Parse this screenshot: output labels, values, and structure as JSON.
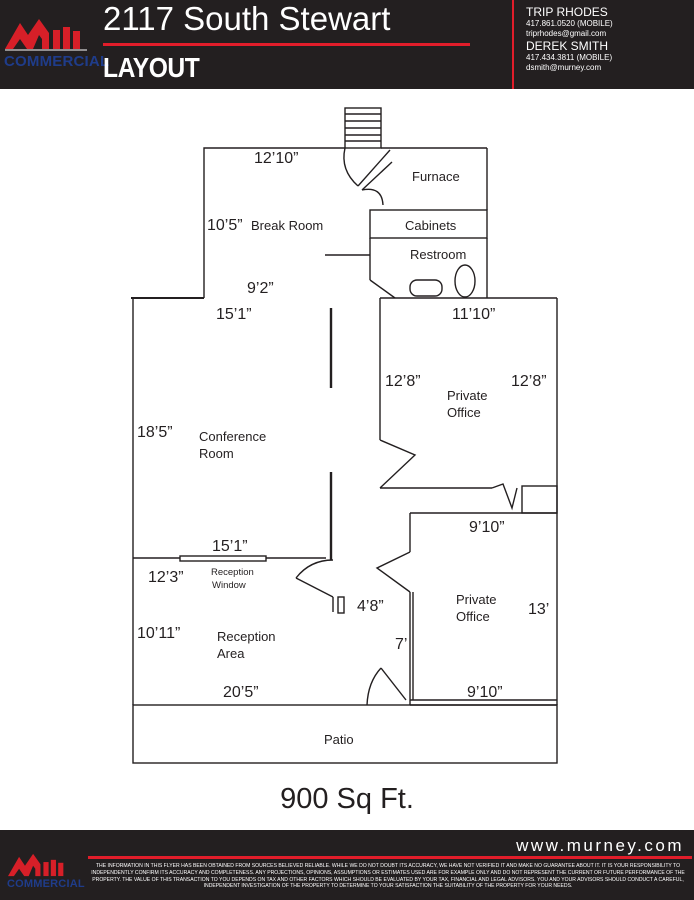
{
  "header": {
    "title": "2117 South Stewart",
    "subtitle": "LAYOUT",
    "logo_text": "COMMERCIAL",
    "contacts": [
      {
        "name": "TRIP RHODES",
        "phone": "417.861.0520 (MOBILE)",
        "email": "triprhodes@gmail.com"
      },
      {
        "name": "DEREK SMITH",
        "phone": "417.434.3811 (MOBILE)",
        "email": "dsmith@murney.com"
      }
    ]
  },
  "floorplan": {
    "rooms": {
      "furnace": "Furnace",
      "break_room": "Break Room",
      "cabinets": "Cabinets",
      "restroom": "Restroom",
      "conference_line1": "Conference",
      "conference_line2": "Room",
      "private_office_1_line1": "Private",
      "private_office_1_line2": "Office",
      "private_office_2_line1": "Private",
      "private_office_2_line2": "Office",
      "reception_window_line1": "Reception",
      "reception_window_line2": "Window",
      "reception_area_line1": "Reception",
      "reception_area_line2": "Area",
      "patio": "Patio"
    },
    "dimensions": {
      "break_width": "12’10”",
      "break_height": "10’5”",
      "break_bottom": "9’2”",
      "conference_top": "15’1”",
      "conference_height": "18’5”",
      "conference_bottom": "15’1”",
      "office1_top": "11’10”",
      "office1_left": "12’8”",
      "office1_right": "12’8”",
      "office2_top": "9’10”",
      "office2_right": "13’",
      "office2_bottom": "9’10”",
      "reception_height_1": "12’3”",
      "reception_height_2": "10’11”",
      "reception_bottom": "20’5”",
      "hall_width": "4’8”",
      "hall_height": "7’"
    },
    "total_area": "900 Sq Ft."
  },
  "footer": {
    "website": "www.murney.com",
    "logo_text": "COMMERCIAL",
    "disclaimer": "THE INFORMATION IN THIS FLYER HAS BEEN OBTAINED FROM SOURCES BELIEVED RELIABLE. WHILE WE DO NOT DOUBT ITS ACCURACY, WE HAVE NOT VERIFIED IT AND MAKE NO GUARANTEE ABOUT IT. IT IS YOUR RESPONSIBILITY TO INDEPENDENTLY CONFIRM ITS ACCURACY AND COMPLETENESS. ANY PROJECTIONS, OPINIONS, ASSUMPTIONS OR ESTIMATES USED ARE FOR EXAMPLE ONLY AND DO NOT REPRESENT THE CURRENT OR FUTURE PERFORMANCE OF THE PROPERTY. THE VALUE OF THIS TRANSACTION TO YOU DEPENDS ON TAX AND OTHER FACTORS WHICH SHOULD BE EVALUATED BY YOUR TAX, FINANCIAL AND LEGAL ADVISORS. YOU AND YOUR ADVISORS SHOULD CONDUCT A CAREFUL, INDEPENDENT INVESTIGATION OF THE PROPERTY TO DETERMINE TO YOUR SATISFACTION THE SUITABILITY OF THE PROPERTY FOR YOUR NEEDS."
  },
  "colors": {
    "header_bg": "#231f20",
    "brand_red": "#e11d2a",
    "brand_blue": "#1f3c8a",
    "text_dark": "#231f20"
  }
}
